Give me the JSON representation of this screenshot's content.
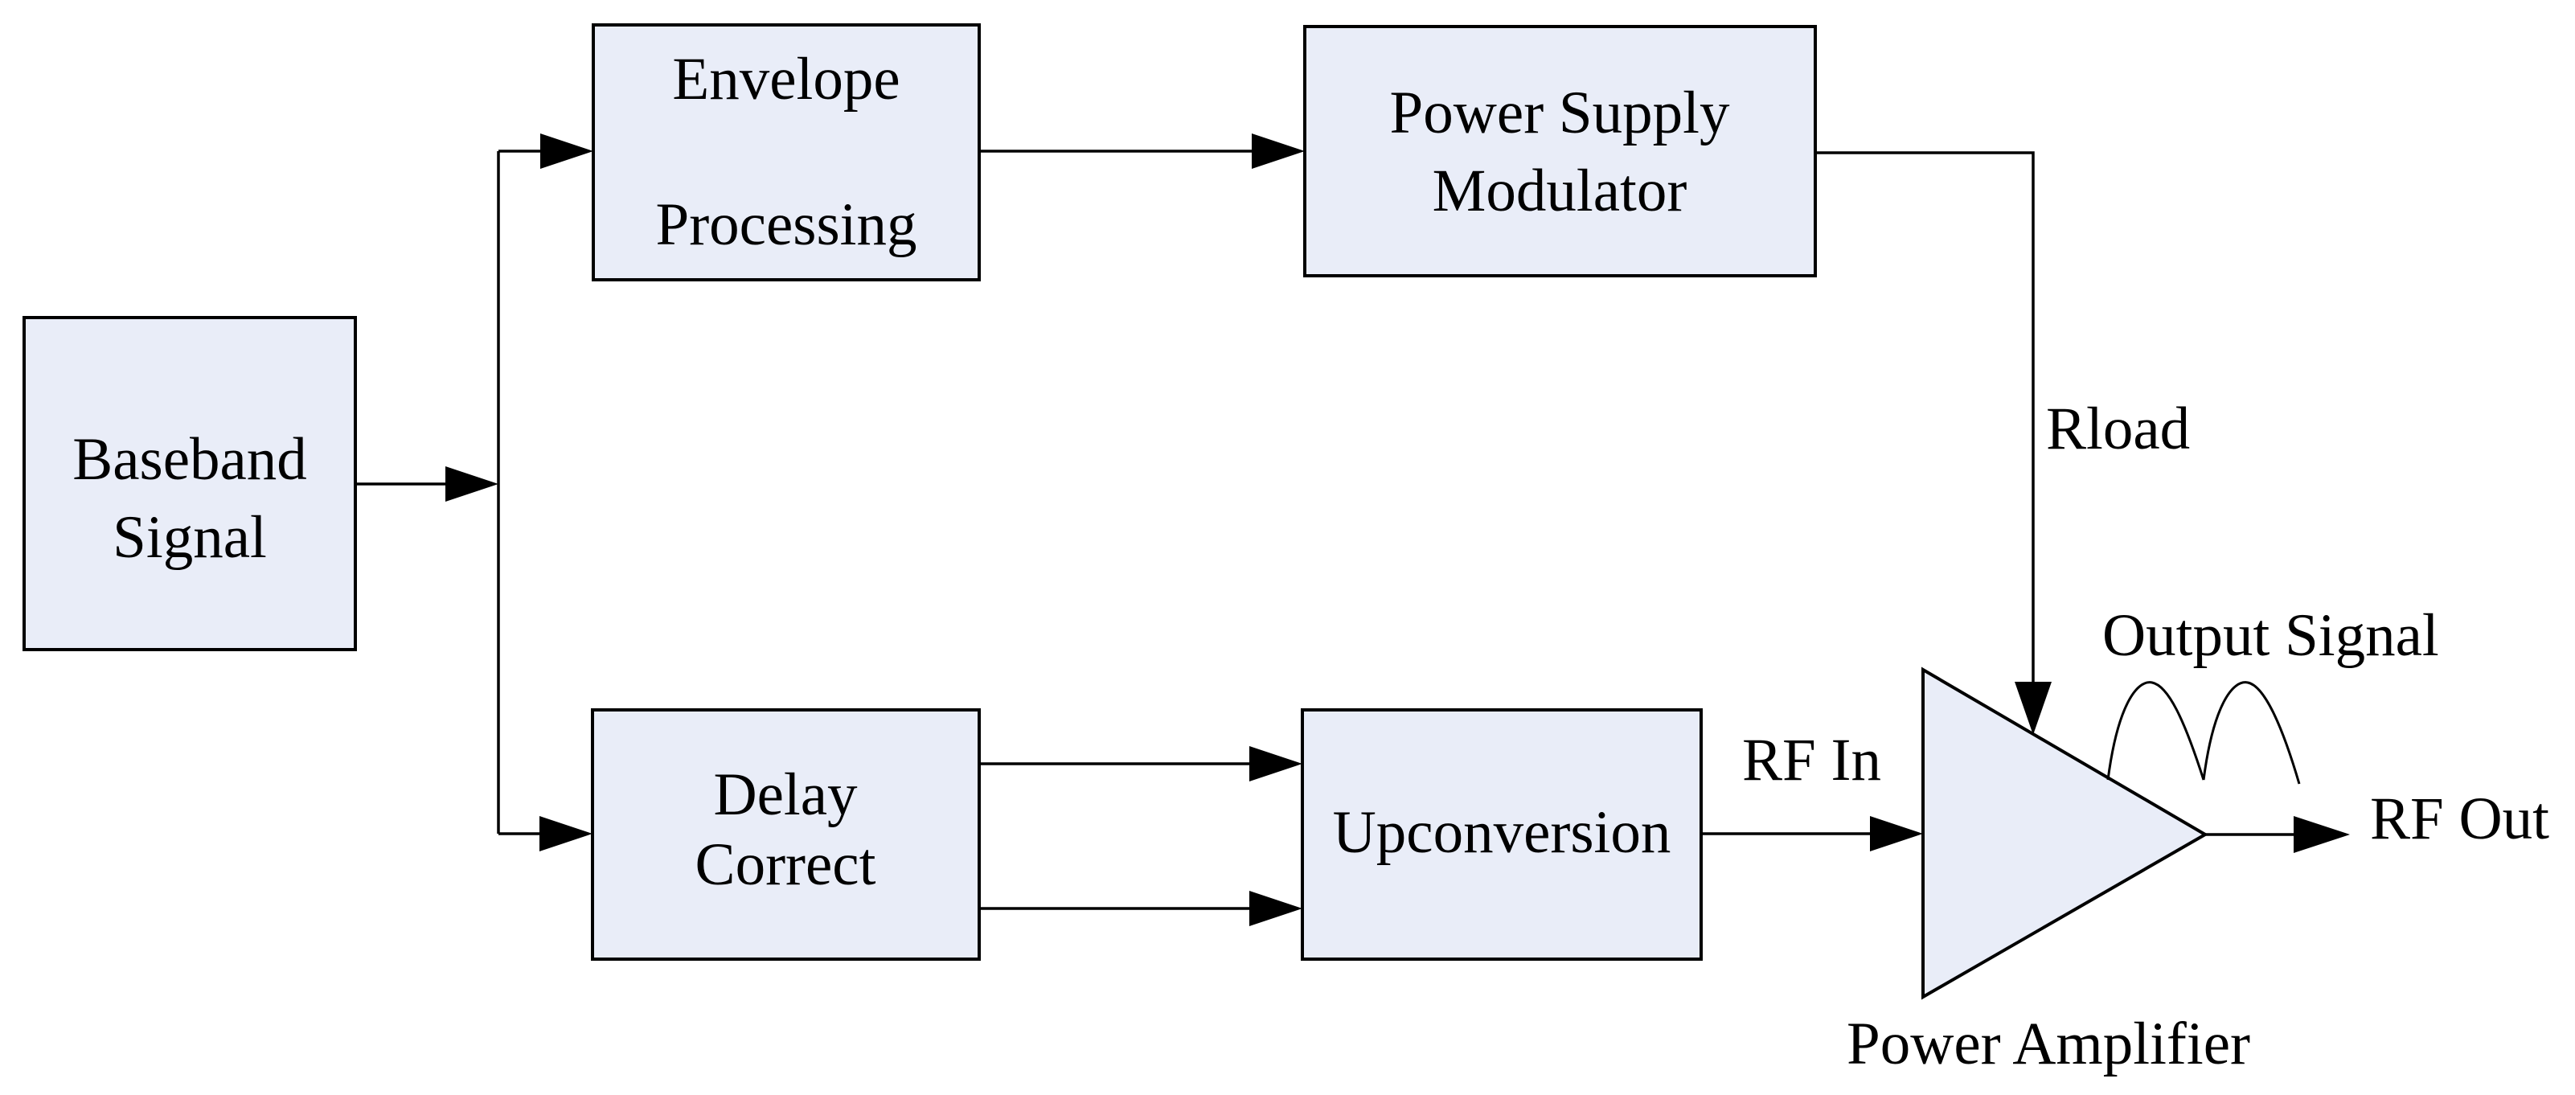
{
  "diagram": {
    "blocks": {
      "baseband": {
        "line1": "Baseband",
        "line2": "Signal"
      },
      "envelope": {
        "line1": "Envelope",
        "line2": "Processing"
      },
      "power_supply_modulator": {
        "line1": "Power Supply",
        "line2": "Modulator"
      },
      "delay_correct": {
        "line1": "Delay",
        "line2": "Correct"
      },
      "upconversion": {
        "label": "Upconversion"
      }
    },
    "labels": {
      "rload": "Rload",
      "rf_in": "RF In",
      "rf_out": "RF Out",
      "output_signal": "Output Signal",
      "power_amplifier": "Power Amplifier"
    },
    "colors": {
      "block_fill": "#E9EDF8",
      "line_stroke": "#000000",
      "background": "#FFFFFF"
    }
  }
}
